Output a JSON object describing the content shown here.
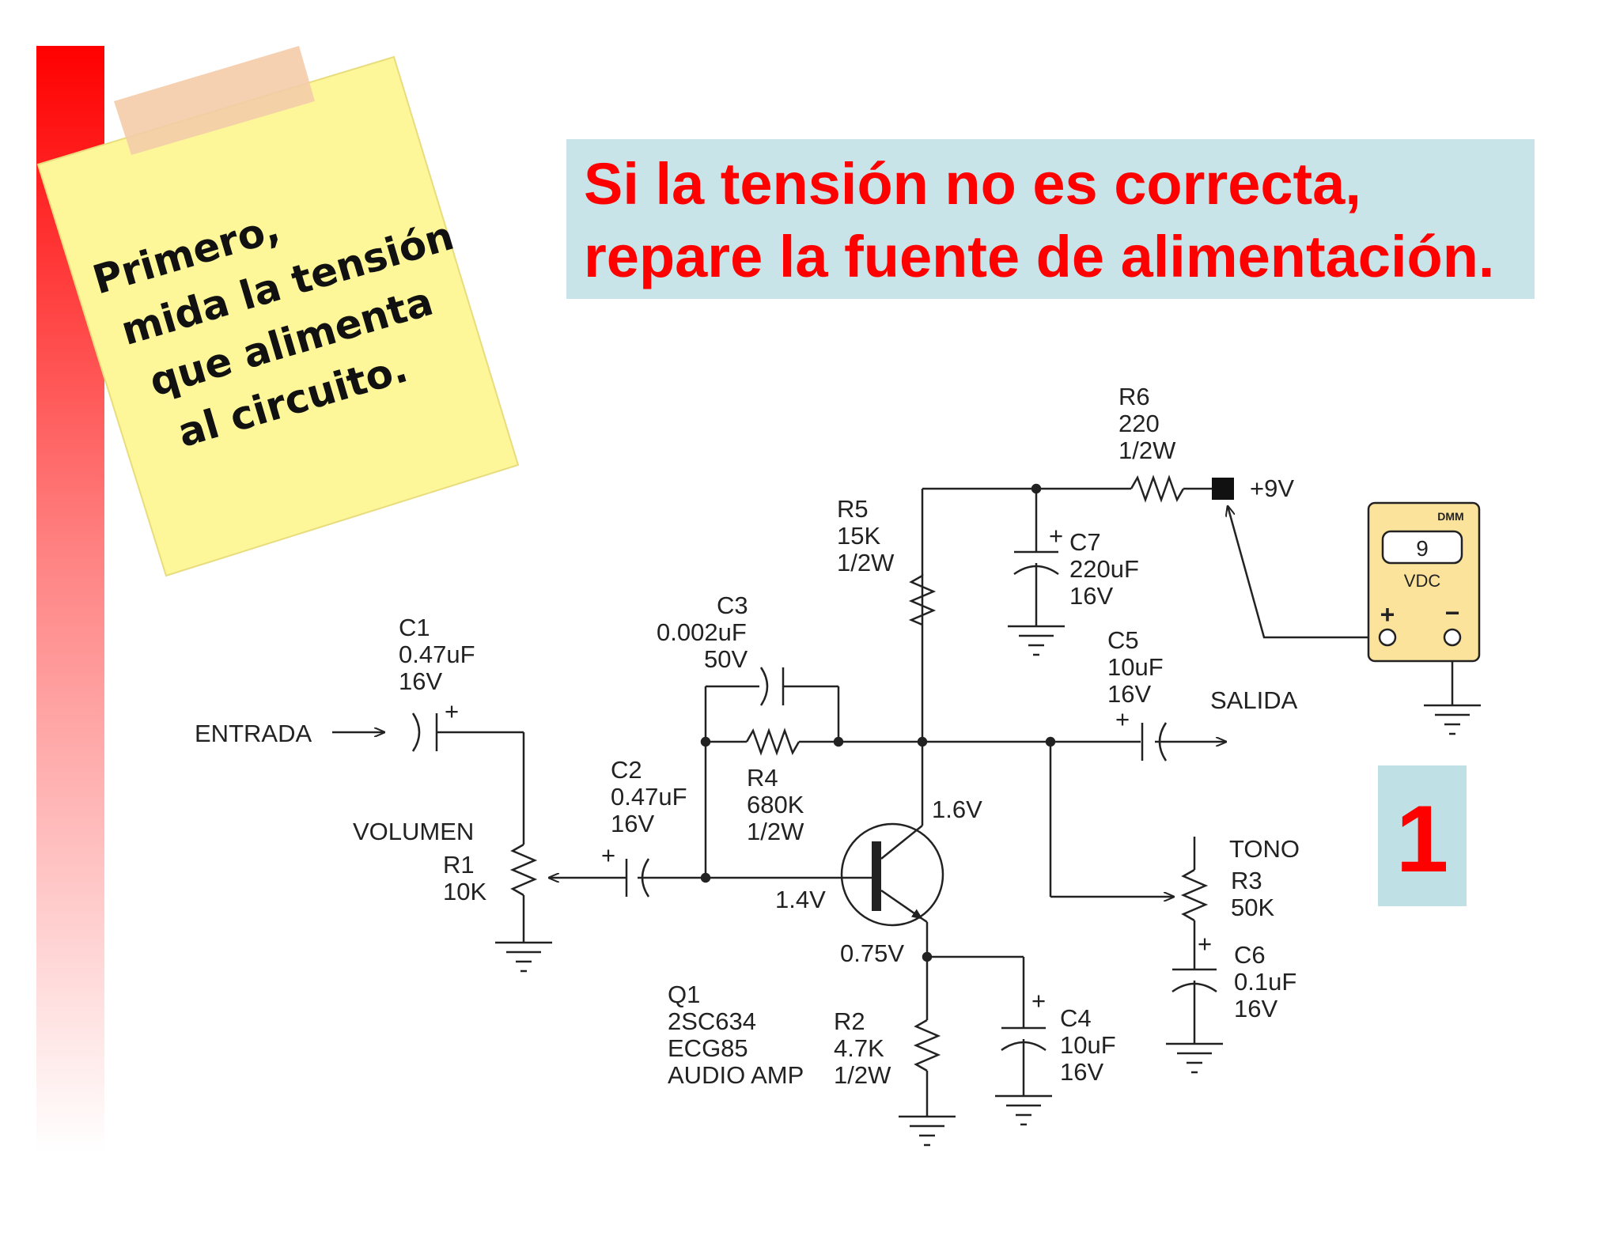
{
  "colors": {
    "accent_red": "#ff0000",
    "banner_bg": "#c8e4e8",
    "note_bg": "#fdf79a",
    "tape": "#f4cca8",
    "dmm_body": "#fbe39c",
    "page_number_bg": "#bfe0e4"
  },
  "sticky_note": {
    "lines": [
      "Primero,",
      "mida la tensión",
      "que alimenta",
      "al circuito."
    ]
  },
  "banner": {
    "line1": "Si la tensión no es correcta,",
    "line2": "repare la fuente de alimentación."
  },
  "page_number": "1",
  "dmm": {
    "brand": "DMM",
    "reading": "9",
    "unit": "VDC",
    "plus": "+",
    "minus": "−"
  },
  "circuit": {
    "entrada": "ENTRADA",
    "salida": "SALIDA",
    "volumen": "VOLUMEN",
    "tono": "TONO",
    "supply": "+9V",
    "c1": [
      "C1",
      "0.47uF",
      "16V"
    ],
    "c2": [
      "C2",
      "0.47uF",
      "16V"
    ],
    "c3": [
      "C3",
      "0.002uF",
      "50V"
    ],
    "c4": [
      "C4",
      "10uF",
      "16V"
    ],
    "c5": [
      "C5",
      "10uF",
      "16V"
    ],
    "c6": [
      "C6",
      "0.1uF",
      "16V"
    ],
    "c7": [
      "C7",
      "220uF",
      "16V"
    ],
    "r1": [
      "R1",
      "10K"
    ],
    "r2": [
      "R2",
      "4.7K",
      "1/2W"
    ],
    "r3": [
      "R3",
      "50K"
    ],
    "r4": [
      "R4",
      "680K",
      "1/2W"
    ],
    "r5": [
      "R5",
      "15K",
      "1/2W"
    ],
    "r6": [
      "R6",
      "220",
      "1/2W"
    ],
    "q1": [
      "Q1",
      "2SC634",
      "ECG85",
      "AUDIO AMP"
    ],
    "v_collector": "1.6V",
    "v_base": "1.4V",
    "v_emitter": "0.75V",
    "plus_sign": "+"
  }
}
